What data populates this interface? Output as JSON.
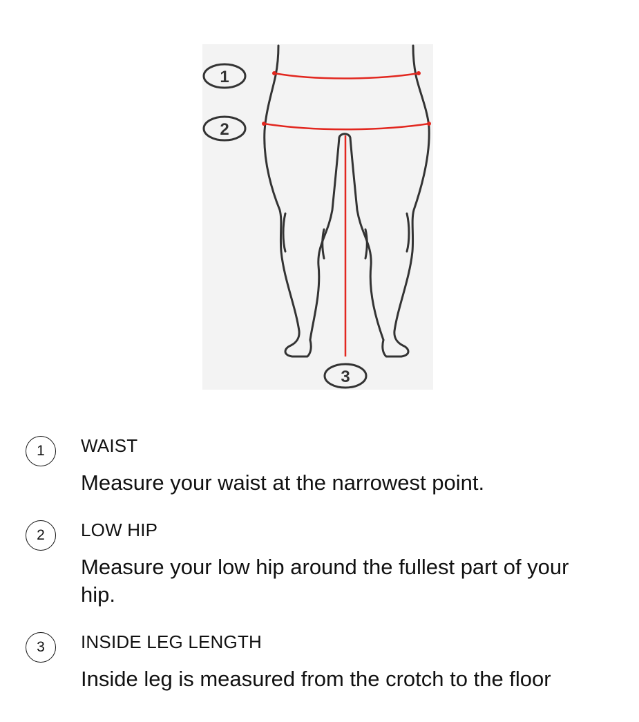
{
  "figure": {
    "label_1": "1",
    "label_2": "2",
    "label_3": "3"
  },
  "steps": [
    {
      "number": "1",
      "title": "WAIST",
      "description": "Measure your waist at the narrowest point."
    },
    {
      "number": "2",
      "title": "LOW HIP",
      "description": "Measure your low hip around the fullest part of your hip."
    },
    {
      "number": "3",
      "title": "INSIDE LEG LENGTH",
      "description": "Inside leg is measured from the crotch to the floor"
    }
  ],
  "colors": {
    "measurement_line": "#e2271f",
    "outline": "#333333",
    "figure_background": "#f3f3f3"
  }
}
